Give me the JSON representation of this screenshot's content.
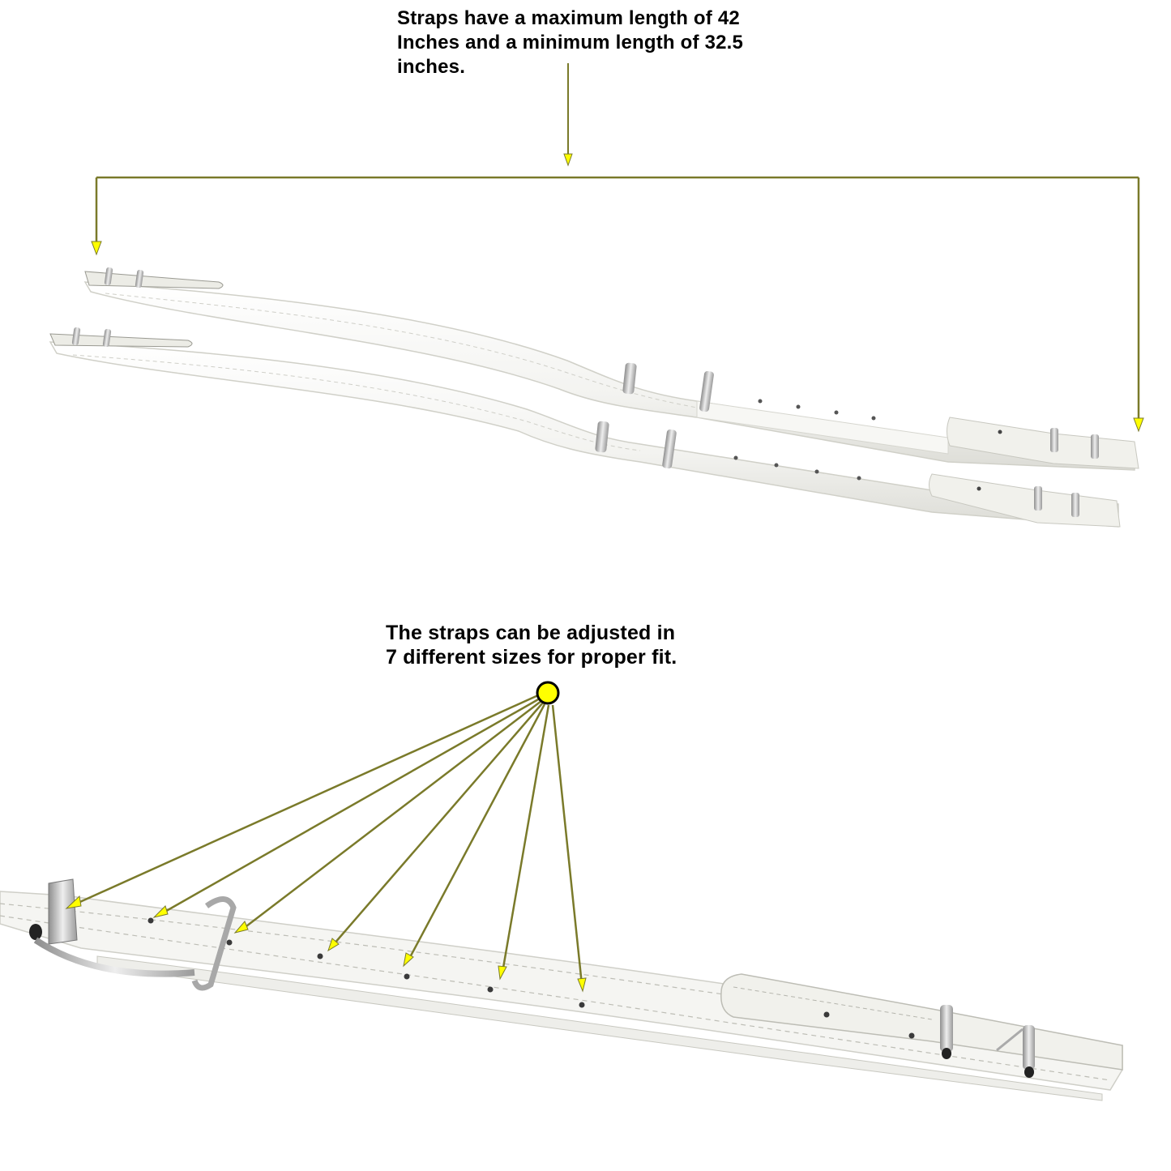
{
  "captions": {
    "length_note": "Straps have a maximum length of 42\nInches and a minimum length of 32.5\ninches.",
    "adjust_note": "The straps can be adjusted in\n7 different sizes for proper fit."
  },
  "specs": {
    "max_length_in": 42,
    "min_length_in": 32.5,
    "adjustment_sizes": 7
  },
  "colors": {
    "annotation_line": "#7a7a2a",
    "arrow_head": "#ffff00",
    "marker_fill": "#ffff00",
    "marker_stroke": "#000000",
    "strap": "#f4f4f0",
    "strap_edge": "#cfcfc8",
    "metal": "#b8b8b8",
    "text": "#000000"
  },
  "figures": [
    {
      "name": "pair-of-straps",
      "count": 2
    },
    {
      "name": "strap-closeup",
      "holes_marked": 7
    }
  ]
}
